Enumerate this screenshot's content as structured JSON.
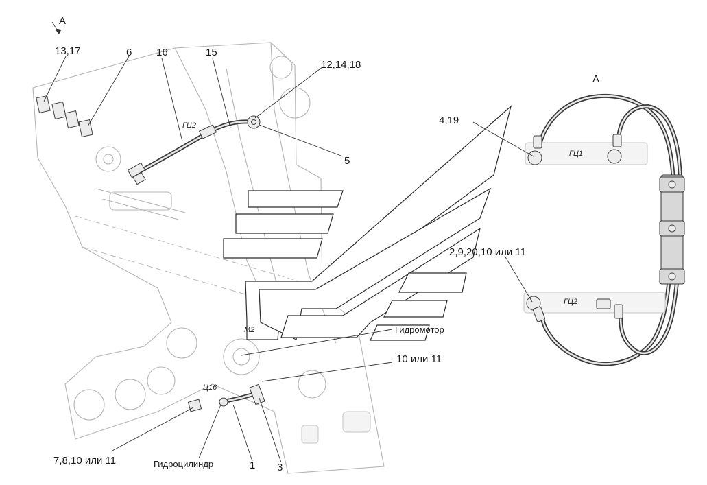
{
  "view_label": "A",
  "detail_title": "A",
  "callouts": {
    "c_13_17": "13,17",
    "c_6": "6",
    "c_16": "16",
    "c_15": "15",
    "c_12_14_18": "12,14,18",
    "c_5": "5",
    "c_4_19": "4,19",
    "c_2_9_20": "2,9,20,10 или 11",
    "c_gidromotor": "Гидромотор",
    "c_10_11": "10 или 11",
    "c_7_8": "7,8,10 или 11",
    "c_gidrocilindr": "Гидроцилиндр",
    "c_1": "1",
    "c_3": "3"
  },
  "tags": {
    "gc2_main": "ГЦ2",
    "m2": "М2",
    "c16": "Ц16",
    "gc1_detail": "ГЦ1",
    "gc2_detail": "ГЦ2"
  },
  "colors": {
    "line": "#333333",
    "ghost": "#b4b4b4",
    "background": "#ffffff"
  }
}
